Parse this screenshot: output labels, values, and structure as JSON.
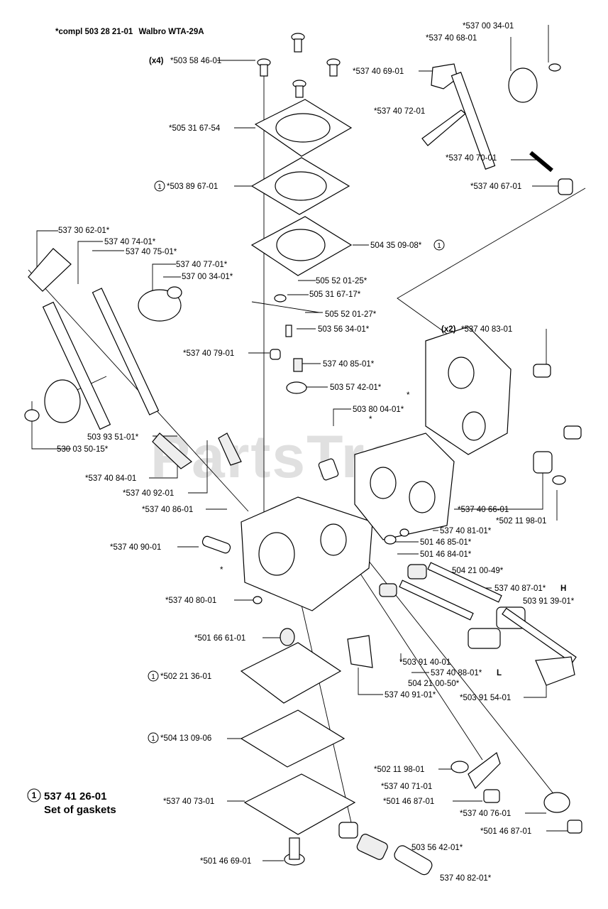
{
  "header": {
    "assembly": "*compl 503 28 21-01",
    "model": "Walbro WTA-29A"
  },
  "watermark": "PartsTree",
  "footer": {
    "kit_number": "537 41 26-01",
    "kit_label": "Set of gaskets",
    "marker": "1"
  },
  "marker_symbol": "1",
  "labels": {
    "l01": "*537 00 34-01",
    "l02": "*537 40 68-01",
    "l03": "(x4)",
    "l04": "*503 58 46-01",
    "l05": "*537 40 69-01",
    "l06": "*537 40 72-01",
    "l07": "*505 31 67-54",
    "l08": "*537 40 70-01",
    "l09": "*503 89 67-01",
    "l10": "*537 40 67-01",
    "l11": "537 30 62-01*",
    "l12": "537 40 74-01*",
    "l13": "537 40 75-01*",
    "l14": "504 35 09-08*",
    "l15": "537 40 77-01*",
    "l16": "537 00 34-01*",
    "l17": "505 52 01-25*",
    "l18": "505 31 67-17*",
    "l19": "505 52 01-27*",
    "l20": "503 56 34-01*",
    "l21": "(x2)",
    "l22": "*537 40 83-01",
    "l23": "*537 40 79-01",
    "l24": "537 40 85-01*",
    "l25": "503 57 42-01*",
    "l26": "503 80 04-01*",
    "l27": "503 93 51-01*",
    "l28": "530 03 50-15*",
    "l29": "*537 40 84-01",
    "l30": "*537 40 92-01",
    "l31": "*537 40 86-01",
    "l32": "*537 40 66-01",
    "l33": "*502 11 98-01",
    "l34": "537 40 81-01*",
    "l35": "*537 40 90-01",
    "l36": "501 46 85-01*",
    "l37": "501 46 84-01*",
    "l38": "504 21 00-49*",
    "l39": "537 40 87-01*",
    "l40": "H",
    "l41": "503 91 39-01*",
    "l42": "*537 40 80-01",
    "l43": "*501 66 61-01",
    "l44": "*503 91 40-01",
    "l45": "537 40 88-01*",
    "l46": "L",
    "l47": "*502 21 36-01",
    "l48": "504 21 00-50*",
    "l49": "537 40 91-01*",
    "l50": "*503 91 54-01",
    "l51": "*504 13 09-06",
    "l52": "*502 11 98-01",
    "l53": "*537 40 71-01",
    "l54": "*537 40 73-01",
    "l55": "*501 46 87-01",
    "l56": "*537 40 76-01",
    "l57": "*501 46 87-01",
    "l58": "503 56 42-01*",
    "l59": "*501 46 69-01",
    "l60": "537 40 82-01*",
    "a1": "*",
    "a2": "*",
    "a3": "*"
  }
}
